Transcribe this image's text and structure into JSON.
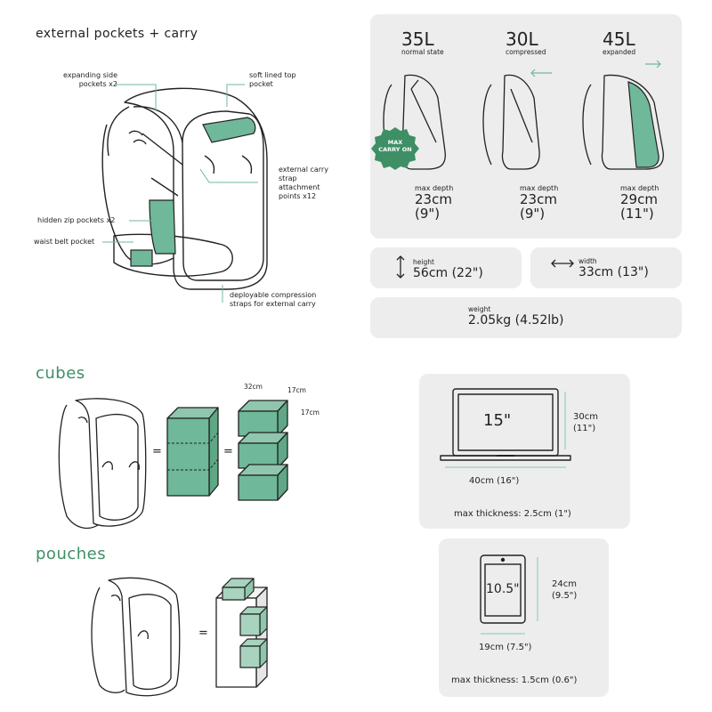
{
  "colors": {
    "accent": "#6fb899",
    "accent_dark": "#3f8f66",
    "panel": "#ededed",
    "line": "#222222"
  },
  "external": {
    "title": "external pockets + carry",
    "labels": {
      "side_pockets": "expanding side pockets x2",
      "top_pocket": "soft lined top pocket",
      "attachment": "external carry strap attachment points x12",
      "hidden_zip": "hidden zip pockets x2",
      "waist": "waist belt pocket",
      "compression": "deployable compression straps for external carry"
    }
  },
  "capacity": [
    {
      "volume": "35L",
      "state": "normal state",
      "depth_label": "max depth",
      "depth_cm": "23cm",
      "depth_in": "(9\")",
      "badge": "MAX CARRY ON"
    },
    {
      "volume": "30L",
      "state": "compressed",
      "depth_label": "max depth",
      "depth_cm": "23cm",
      "depth_in": "(9\")"
    },
    {
      "volume": "45L",
      "state": "expanded",
      "depth_label": "max depth",
      "depth_cm": "29cm",
      "depth_in": "(11\")"
    }
  ],
  "dimensions": {
    "height_label": "height",
    "height_value": "56cm (22\")",
    "width_label": "width",
    "width_value": "33cm (13\")",
    "weight_label": "weight",
    "weight_value": "2.05kg (4.52lb)"
  },
  "cubes": {
    "title": "cubes",
    "dim_a": "32cm",
    "dim_b": "17cm",
    "dim_c": "17cm",
    "eq1": "=",
    "eq2": "="
  },
  "pouches": {
    "title": "pouches",
    "eq": "="
  },
  "laptop": {
    "screen": "15\"",
    "height": "30cm",
    "height_in": "(11\")",
    "width": "40cm (16\")",
    "thickness": "max thickness: 2.5cm (1\")"
  },
  "tablet": {
    "screen": "10.5\"",
    "height": "24cm",
    "height_in": "(9.5\")",
    "width": "19cm (7.5\")",
    "thickness": "max thickness: 1.5cm (0.6\")"
  }
}
